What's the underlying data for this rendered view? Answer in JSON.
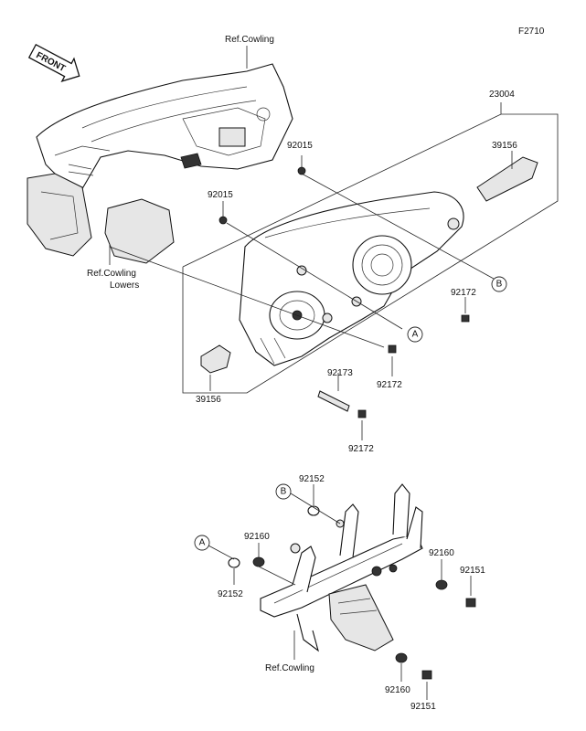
{
  "diagram": {
    "code": "F2710",
    "direction": "FRONT",
    "refs": {
      "cowling_top": "Ref.Cowling",
      "cowling_lowers_1": "Ref.Cowling",
      "cowling_lowers_2": "Lowers",
      "cowling_bottom": "Ref.Cowling"
    },
    "parts": {
      "p23004": "23004",
      "p39156_r": "39156",
      "p39156_l": "39156",
      "p92015_a": "92015",
      "p92015_b": "92015",
      "p92172_a": "92172",
      "p92172_b": "92172",
      "p92172_c": "92172",
      "p92173": "92173",
      "p92152_a": "92152",
      "p92152_b": "92152",
      "p92160_a": "92160",
      "p92160_b": "92160",
      "p92160_c": "92160",
      "p92151_a": "92151",
      "p92151_b": "92151"
    },
    "callouts": {
      "a1": "A",
      "b1": "B",
      "a2": "A",
      "b2": "B"
    }
  }
}
